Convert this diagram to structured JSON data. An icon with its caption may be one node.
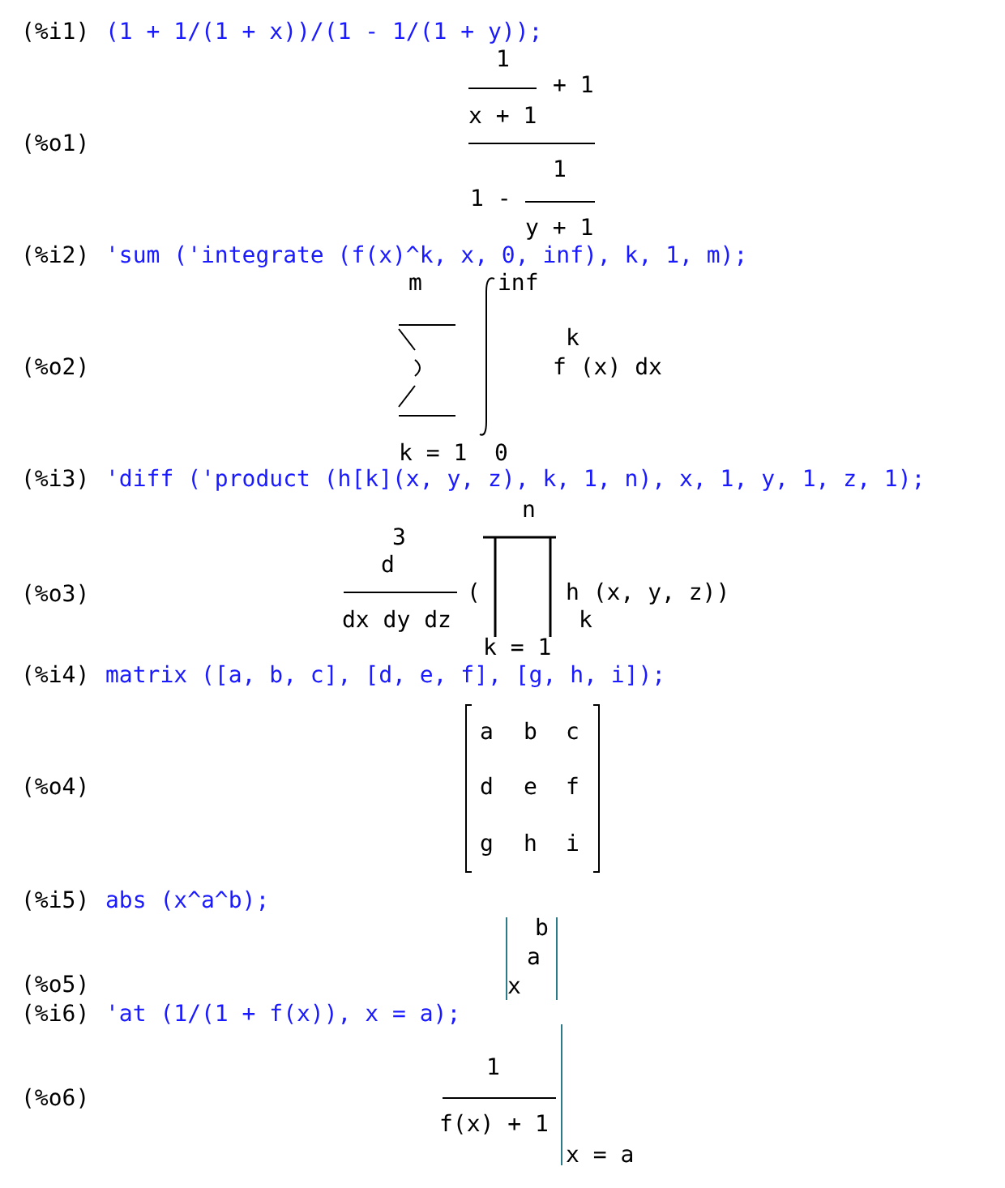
{
  "diagram": {
    "labels": [
      "(%i1)",
      "(1 + 1/(1 + x))/(1 - 1/(1 + y));",
      "1",
      "+ 1",
      "x + 1",
      "(%o1)",
      "1 -",
      "1",
      "y + 1",
      "(%i2)",
      "'sum ('integrate (f(x)^k, x, 0, inf), k, 1, m);",
      "m",
      "inf",
      "k",
      "(%o2)",
      "f (x) dx",
      "k = 1",
      "0",
      "(%i3)",
      "'diff ('product (h[k](x, y, z), k, 1, n), x, 1, y, 1, z, 1);",
      "n",
      "3",
      "d",
      "(%o3)",
      "(",
      "h (x, y, z))",
      "dx dy dz",
      "k",
      "k = 1",
      "(%i4)",
      "matrix ([a, b, c], [d, e, f], [g, h, i]);",
      "a",
      "b",
      "c",
      "(%o4)",
      "d",
      "e",
      "f",
      "g",
      "h",
      "i",
      "(%i5)",
      "abs (x^a^b);",
      "b",
      "a",
      "(%o5)",
      "x",
      "(%i6)",
      "'at (1/(1 + f(x)), x = a);",
      "1",
      "(%o6)",
      "f(x) + 1",
      "x = a"
    ]
  }
}
